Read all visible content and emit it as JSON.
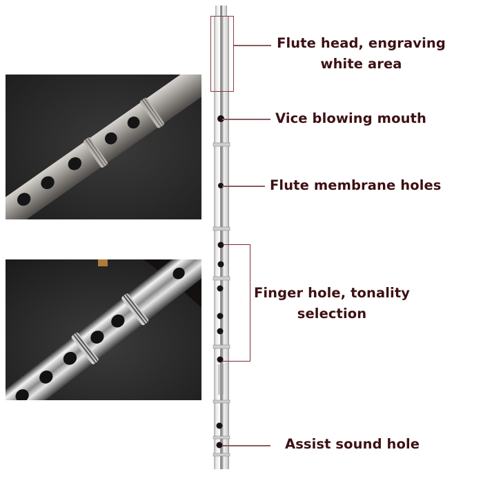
{
  "colors": {
    "label_text": "#3d1114",
    "leader_line": "#8a5a5e",
    "highlight_box": "#8a3a40",
    "bracket": "#7a2a30",
    "photo_background": "#2e2e2e",
    "background": "#ffffff"
  },
  "photos": [
    {
      "name": "matte-flute-closeup",
      "finish": "matte titanium",
      "visible_holes": 5
    },
    {
      "name": "polished-flute-closeup",
      "finish": "polished steel",
      "visible_holes": 6
    }
  ],
  "diagram": {
    "labels": {
      "head": {
        "line1": "Flute head, engraving",
        "line2": "white area"
      },
      "blowing": "Vice blowing mouth",
      "membrane": "Flute membrane holes",
      "finger": {
        "line1": "Finger hole, tonality",
        "line2": "selection"
      },
      "assist": "Assist sound hole"
    }
  }
}
